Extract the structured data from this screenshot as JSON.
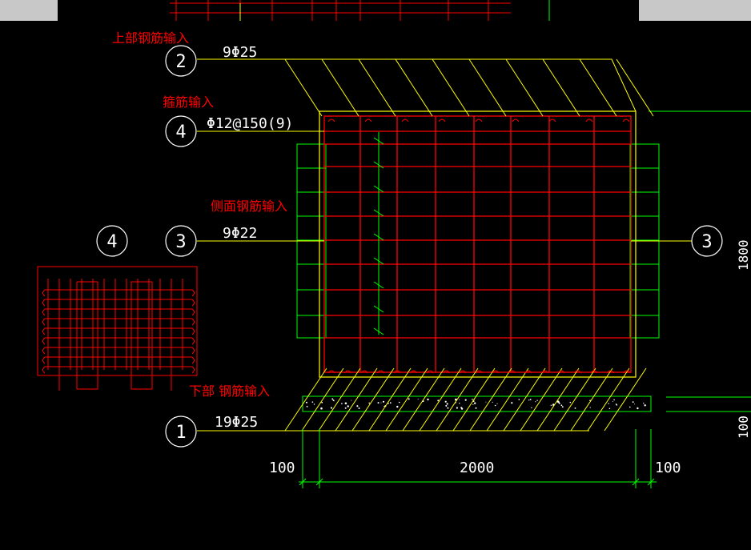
{
  "colors": {
    "background": "#000000",
    "red": "#ff0000",
    "yellow": "#ffff00",
    "green": "#00ff00",
    "white": "#ffffff",
    "gray": "#c0c0c0"
  },
  "labels": {
    "top_rebar": "上部钢筋输入",
    "stirrup": "箍筋输入",
    "side_rebar": "侧面钢筋输入",
    "bottom_rebar": "下部 钢筋输入"
  },
  "rebar_specs": {
    "top": "9Φ25",
    "stirrup": "Φ12@150(9)",
    "side": "9Φ22",
    "bottom": "19Φ25"
  },
  "markers": {
    "top": "2",
    "stirrup": "4",
    "side_left": "3",
    "side_right": "3",
    "bottom": "1",
    "section": "4"
  },
  "dimensions": {
    "left_cover": "100",
    "width": "2000",
    "right_cover": "100",
    "height": "1800",
    "bottom_slab": "100"
  }
}
